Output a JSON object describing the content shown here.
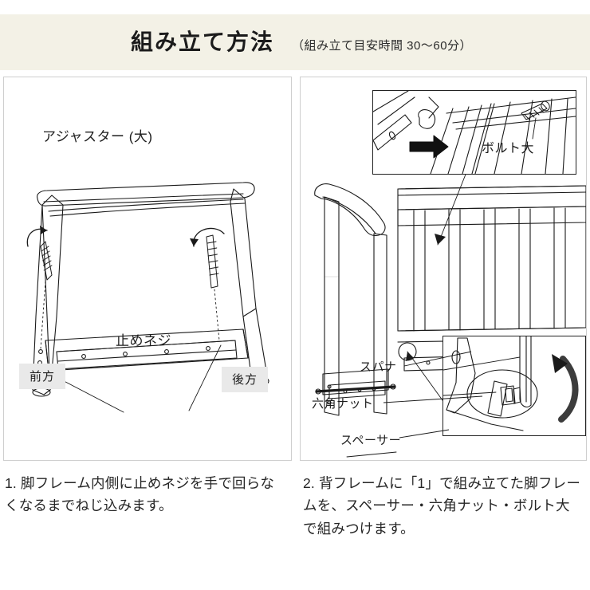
{
  "header": {
    "title": "組み立て方法",
    "subtitle": "（組み立て目安時間 30〜60分）"
  },
  "panels": [
    {
      "id": "step-1",
      "labels": {
        "adjuster": "アジャスター (大)",
        "set_screw": "止めネジ",
        "front_badge": "前方",
        "rear_badge": "後方"
      }
    },
    {
      "id": "step-2",
      "labels": {
        "bolt_large": "ボルト大",
        "spanner": "スパナ",
        "hex_nut": "六角ナット",
        "spacer": "スペーサー"
      }
    }
  ],
  "captions": {
    "step1": "1. 脚フレーム内側に止めネジを手で回らなくなるまでねじ込みます。",
    "step2": "2. 背フレームに「1」で組み立てた脚フレームを、スペーサー・六角ナット・ボルト大で組みつけます。"
  },
  "colors": {
    "header_band": "#f3f1e6",
    "panel_border": "#cfcfcf",
    "badge_bg": "#e9e9e9",
    "ink": "#231f20",
    "page_bg": "#ffffff"
  },
  "icons": {
    "straight_arrow": "black-right-arrow-icon",
    "curved_arrow": "curved-rotation-arrow-icon",
    "screw_rotation": "screw-rotation-arrow-icon"
  }
}
